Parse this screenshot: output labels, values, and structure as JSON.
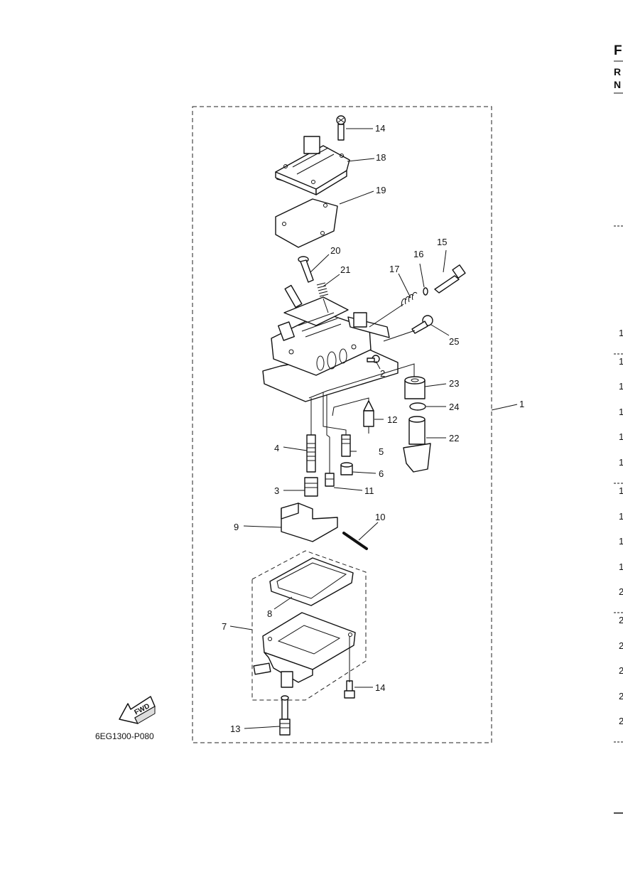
{
  "diagram": {
    "reference_code": "6EG1300-P080",
    "fwd_label": "FWD",
    "callouts": [
      "1",
      "2",
      "3",
      "4",
      "5",
      "6",
      "7",
      "8",
      "9",
      "10",
      "11",
      "12",
      "13",
      "14",
      "14",
      "15",
      "16",
      "17",
      "18",
      "19",
      "20",
      "21",
      "22",
      "23",
      "24",
      "25"
    ]
  },
  "right_edge": {
    "header_letters": [
      "F",
      "R",
      "N"
    ],
    "row_digits": [
      "1",
      "1",
      "1",
      "1",
      "1",
      "1",
      "1",
      "1",
      "1",
      "1",
      "2",
      "2",
      "2",
      "2",
      "2",
      "2"
    ]
  }
}
